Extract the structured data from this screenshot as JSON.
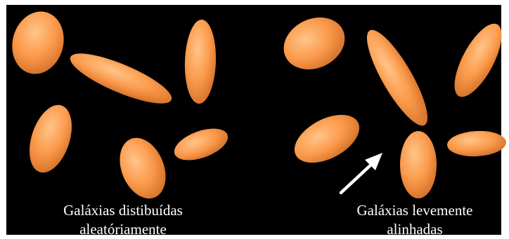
{
  "captions": {
    "random": [
      "Galáxias distibuídas",
      "aleatóriamente"
    ],
    "aligned": [
      "Galáxias levemente",
      "alinhadas"
    ]
  },
  "colors": {
    "background": "#000000",
    "galaxy_light": "#ffc58a",
    "galaxy_mid": "#fb9a4b",
    "galaxy_dark": "#d3702a",
    "arrow": "#ffffff"
  },
  "icons": [
    "white-arrow-icon"
  ]
}
